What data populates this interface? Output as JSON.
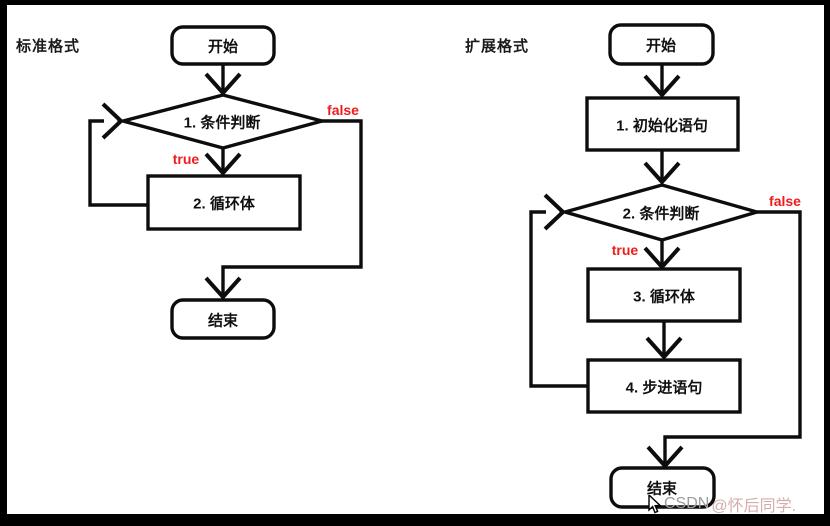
{
  "colors": {
    "line": "#0d0d0d",
    "node_fill": "#ffffff",
    "branch_red": "#ee1c1c",
    "watermark_site": "#9d9d9d",
    "watermark_user": "#d4acac",
    "frame": "#000000",
    "background": "#ffffff"
  },
  "left_chart": {
    "title": "标准格式",
    "nodes": {
      "start": "开始",
      "condition": "1. 条件判断",
      "body": "2. 循环体",
      "end": "结束"
    },
    "labels": {
      "true": "true",
      "false": "false"
    }
  },
  "right_chart": {
    "title": "扩展格式",
    "nodes": {
      "start": "开始",
      "init": "1. 初始化语句",
      "condition": "2. 条件判断",
      "body": "3. 循环体",
      "step": "4. 步进语句",
      "end": "结束"
    },
    "labels": {
      "true": "true",
      "false": "false"
    }
  },
  "watermark": {
    "site": "CSDN",
    "user": "@怀后同学."
  }
}
